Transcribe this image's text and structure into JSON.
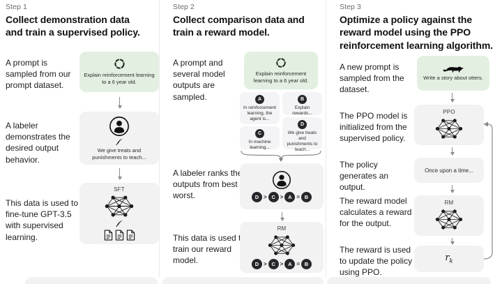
{
  "step1": {
    "label": "Step 1",
    "title": "Collect demonstration data and train a supervised policy.",
    "rows": {
      "prompt": "A prompt is sampled from our prompt dataset.",
      "labeler": "A labeler demonstrates the desired output behavior.",
      "finetune": "This data is used to fine-tune GPT-3.5 with supervised learning."
    },
    "prompt_caption": "Explain reinforcement learning to a 6 year old.",
    "labeler_caption": "We give treats and punishments to teach...",
    "model_label": "SFT"
  },
  "step2": {
    "label": "Step 2",
    "title": "Collect comparison data and train a reward model.",
    "rows": {
      "prompt": "A prompt and several model outputs are sampled.",
      "rank": "A labeler ranks the outputs from best to worst.",
      "train": "This data is used to train our reward model."
    },
    "prompt_caption": "Explain reinforcement learning to a 6 year old.",
    "outputs": [
      {
        "key": "A",
        "text": "In reinforcement learning, the agent is..."
      },
      {
        "key": "B",
        "text": "Explain rewards..."
      },
      {
        "key": "C",
        "text": "In machine learning..."
      },
      {
        "key": "D",
        "text": "We give treats and punishments to teach..."
      }
    ],
    "ranking": {
      "r0": "D",
      "s0": ">",
      "r1": "C",
      "s1": ">",
      "r2": "A",
      "s2": "=",
      "r3": "B"
    },
    "model_label": "RM"
  },
  "step3": {
    "label": "Step 3",
    "title": "Optimize a policy against the reward model using the PPO reinforcement learning algorithm.",
    "rows": {
      "prompt": "A new prompt is sampled from the dataset.",
      "init": "The PPO model is initialized from the supervised policy.",
      "generate": "The policy generates an output.",
      "reward": "The reward model calculates a reward for the output.",
      "update": "The reward is used to update the policy using PPO."
    },
    "prompt_caption": "Write a story about otters.",
    "ppo_label": "PPO",
    "output_caption": "Once upon a time...",
    "rm_label": "RM",
    "reward_base": "r",
    "reward_sub": "k"
  },
  "colors": {
    "prompt_box_bg": "#e3f0e1",
    "card_bg": "#f2f2f3",
    "badge_bg": "#26262b",
    "arrow": "#8a8a8a"
  }
}
